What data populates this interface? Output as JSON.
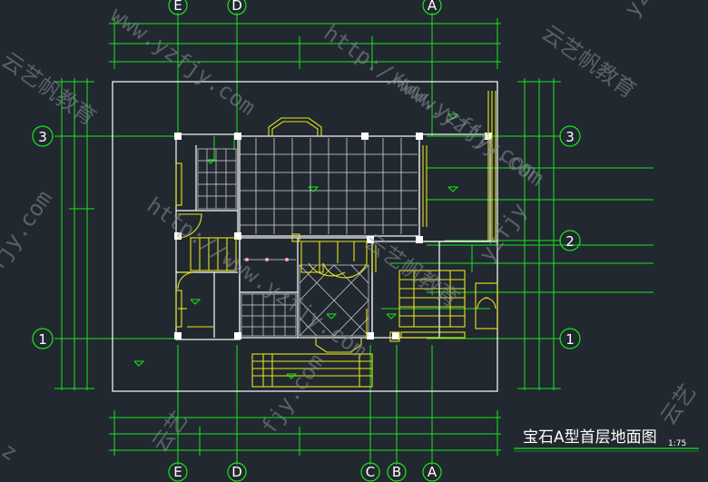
{
  "drawing": {
    "title": "宝石A型首层地面图",
    "scale": "1:75"
  },
  "axes": {
    "top": [
      "E",
      "D",
      "A"
    ],
    "bottom": [
      "E",
      "D",
      "C",
      "B",
      "A"
    ],
    "left": [
      "3",
      "1"
    ],
    "right": [
      "3",
      "2",
      "1"
    ]
  },
  "watermarks": {
    "url": "http://www.yzfjy.com",
    "url_short": "www.yzfjy.com",
    "brand": "云艺帆教育",
    "fragment_a": "yzfjy",
    "fragment_b": "fjy.com",
    "fragment_c": "云艺",
    "fragment_d": "z"
  },
  "colors": {
    "background": "#212830",
    "dimension_lines": "#19e619",
    "walls": "#ffffff",
    "fixtures": "#e6e619",
    "watermark": "#8a8f96"
  }
}
